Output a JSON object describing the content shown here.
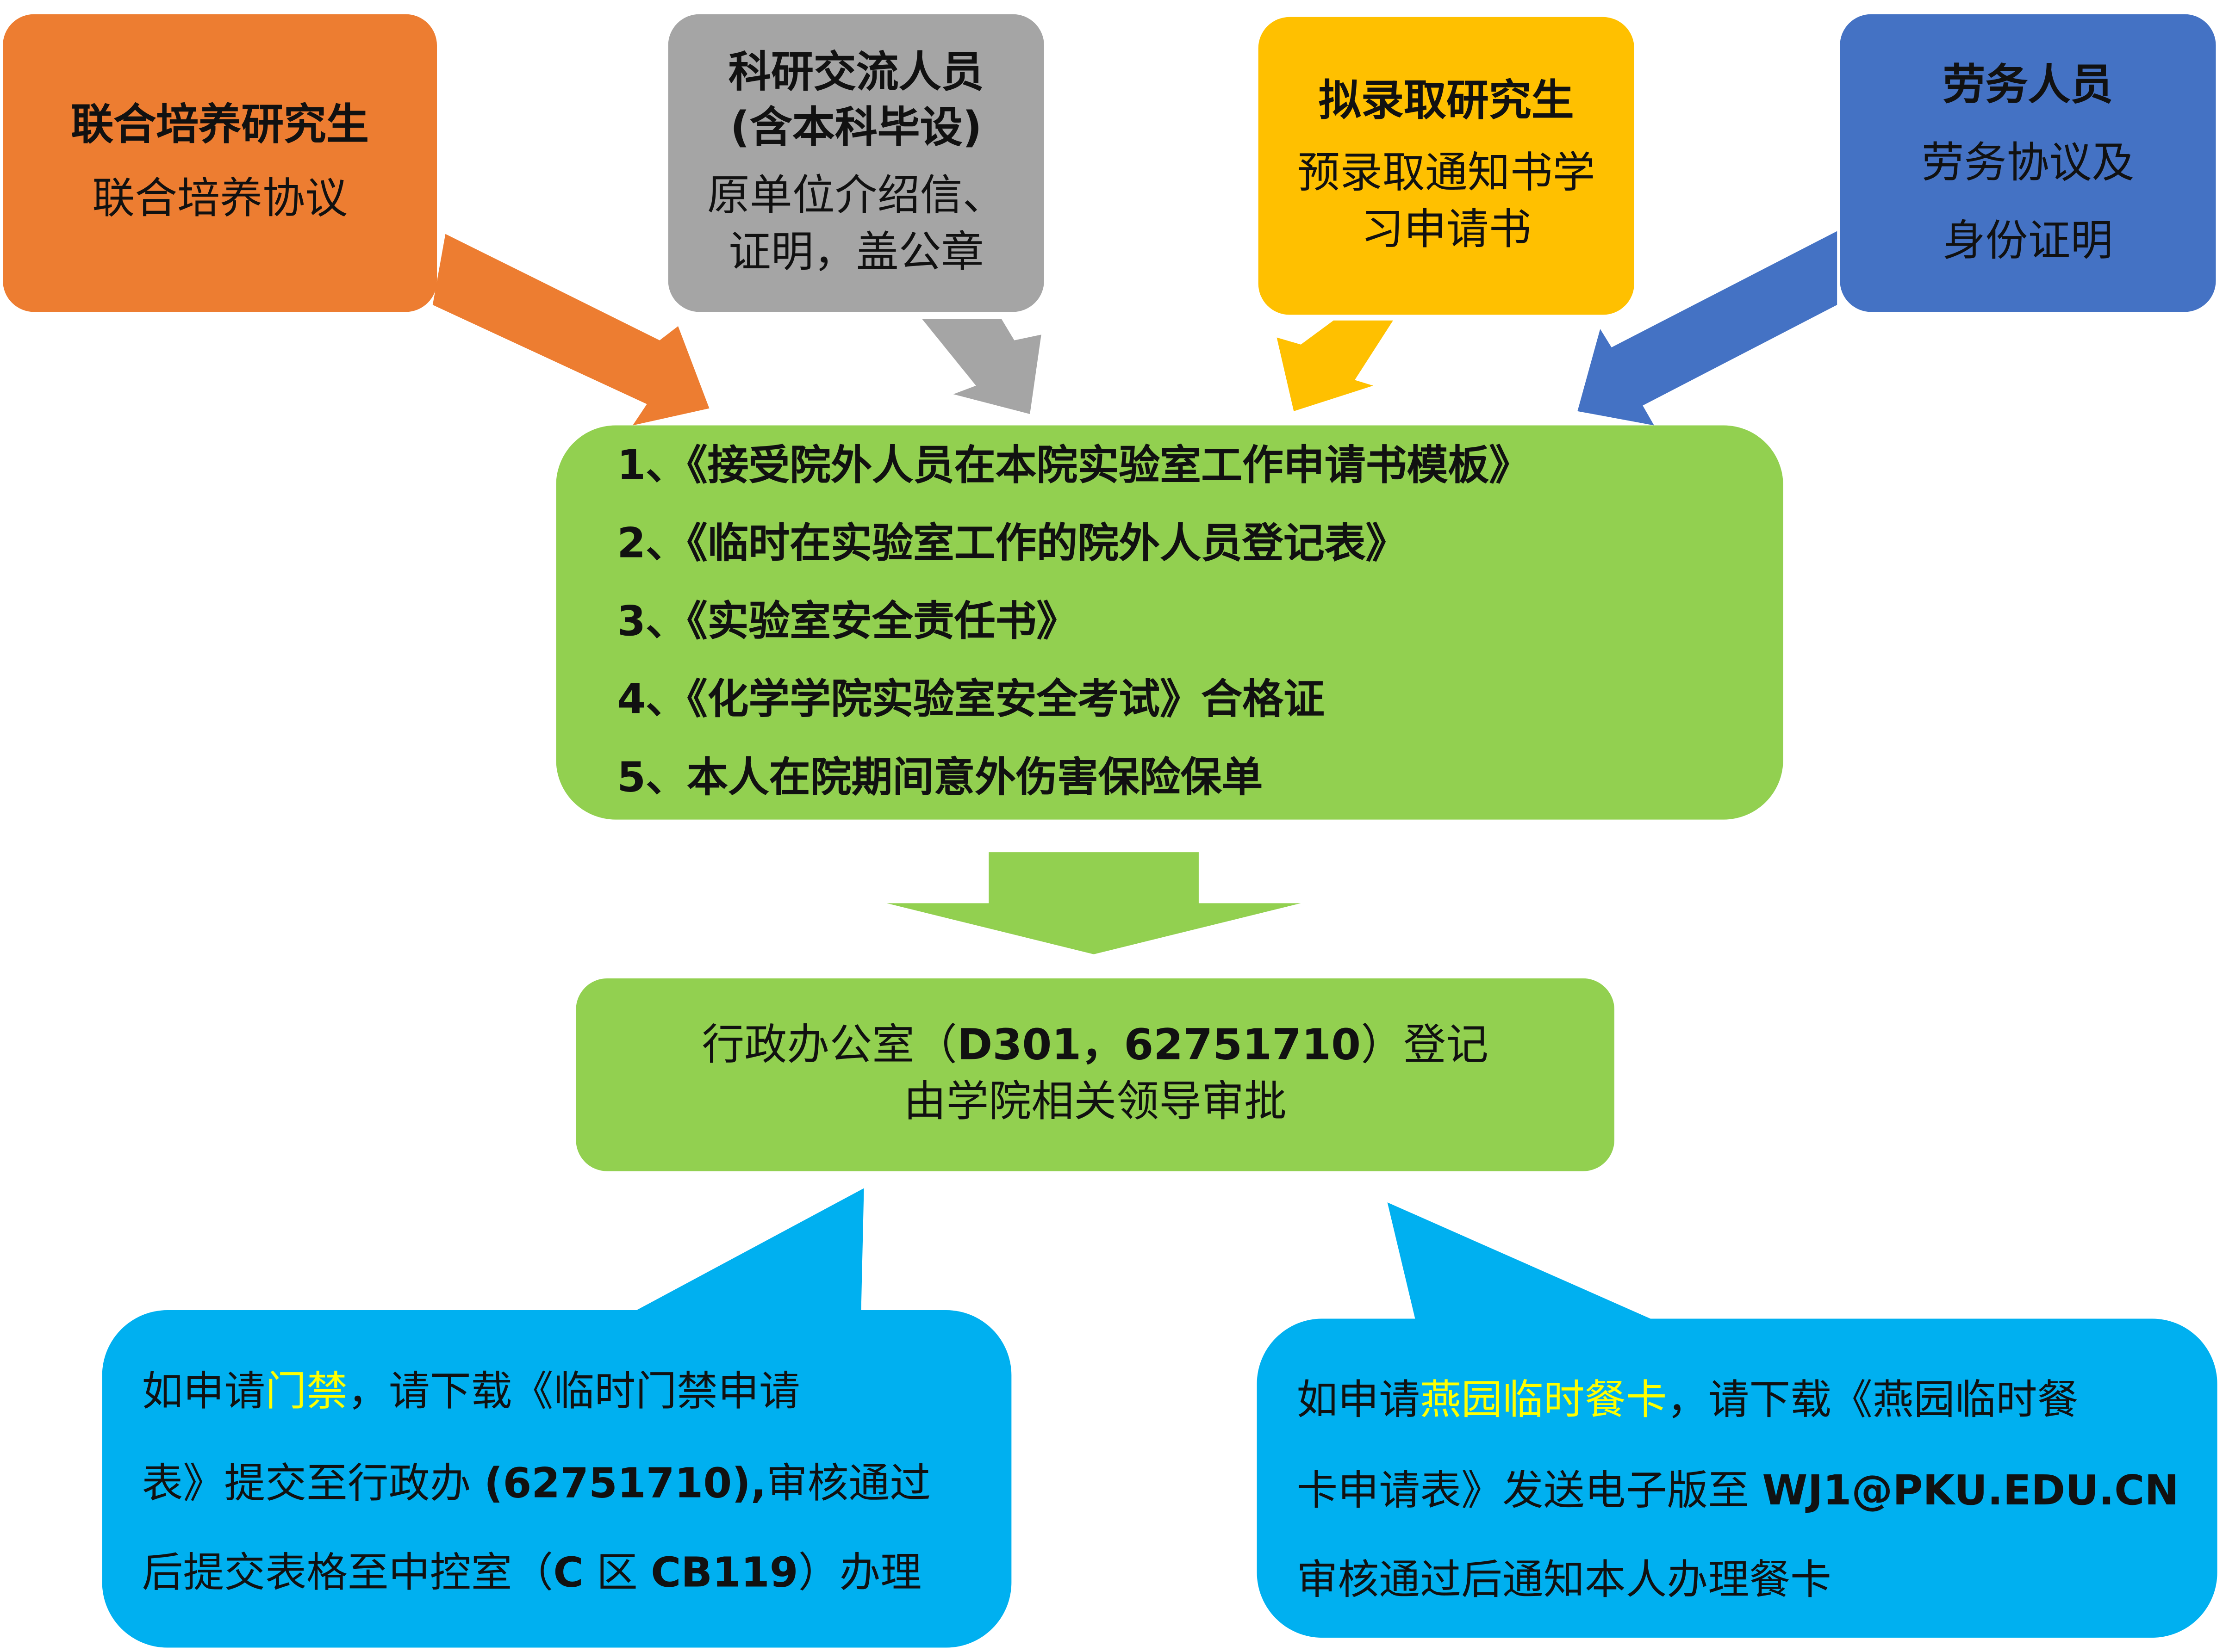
{
  "colors": {
    "orange": "#ED7D31",
    "gray": "#A5A5A5",
    "yellow": "#FFC000",
    "blue": "#4472C4",
    "green": "#92D050",
    "cyan": "#00B0F0",
    "highlight": "#FFFF00"
  },
  "sources": [
    {
      "title": "联合培养研究生",
      "lines": [
        "联合培养协议"
      ]
    },
    {
      "title": "科研交流人员",
      "title2": "(含本科毕设)",
      "lines": [
        "原单位介绍信、",
        "证明，盖公章"
      ]
    },
    {
      "title": "拟录取研究生",
      "lines": [
        "预录取通知书学",
        "习申请书"
      ]
    },
    {
      "title": "劳务人员",
      "lines": [
        "劳务协议及",
        "身份证明"
      ]
    }
  ],
  "documents": [
    "1、《接受院外人员在本院实验室工作申请书模板》",
    "2、《临时在实验室工作的院外人员登记表》",
    "3、《实验室安全责任书》",
    "4、《化学学院实验室安全考试》合格证",
    "5、本人在院期间意外伤害保险保单"
  ],
  "registration": {
    "pre": "行政办公室（",
    "code": "D301，62751710",
    "post": "）登记",
    "line2": "由学院相关领导审批"
  },
  "access_card": {
    "l1a": "如申请",
    "l1hl": "门禁",
    "l1b": "，请下载《临时门禁申请",
    "l2a": "表》提交至行政办 ",
    "l2b": "(62751710),",
    "l2c": "审核通过",
    "l3a": "后提交表格至中控室（",
    "l3b": "C",
    "l3c": " 区 ",
    "l3d": "CB119",
    "l3e": "）办理"
  },
  "meal_card": {
    "l1a": "如申请",
    "l1hl": "燕园临时餐卡",
    "l1b": "，请下载《燕园临时餐",
    "l2a": "卡申请表》发送电子版至 ",
    "l2b": "WJ1@PKU.EDU.CN",
    "l3": "审核通过后通知本人办理餐卡"
  }
}
